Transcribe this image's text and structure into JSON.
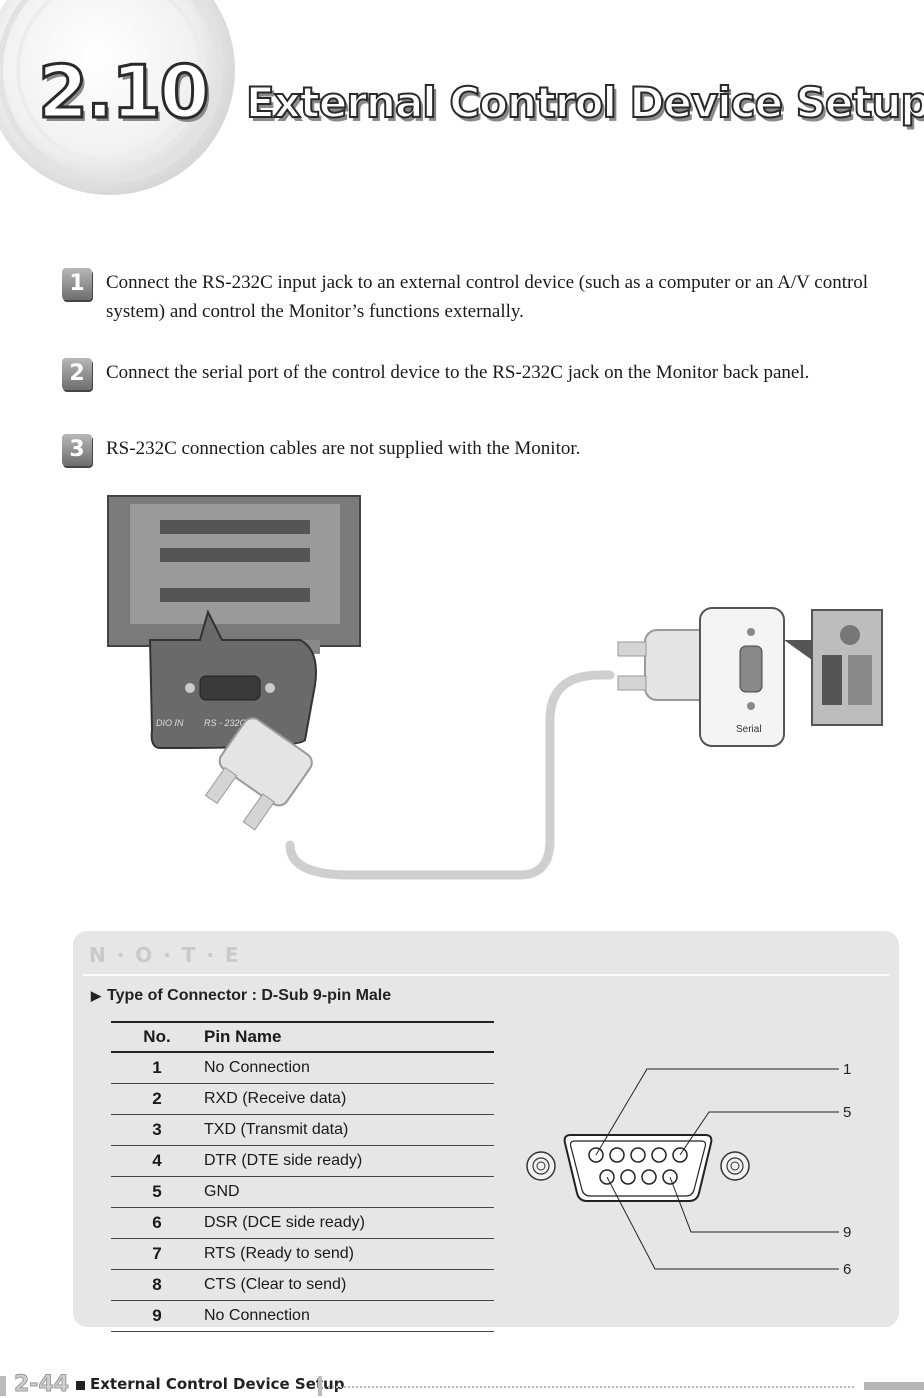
{
  "header": {
    "chapter_number": "2.10",
    "title": "External Control Device Setup"
  },
  "steps": [
    {
      "badge": "1",
      "text": "Connect the RS-232C input jack to an external control device (such as a computer or an A/V control system) and control the Monitor’s functions externally."
    },
    {
      "badge": "2",
      "text": "Connect the serial port of the control device to the RS-232C jack on the Monitor back panel."
    },
    {
      "badge": "3",
      "text": "RS-232C connection cables are not supplied with the Monitor."
    }
  ],
  "figure": {
    "monitor_label_left": "DIO IN",
    "monitor_label_rs232c": "RS - 232C",
    "pc_label_serial": "Serial"
  },
  "note": {
    "title": "N · O · T · E",
    "heading": "Type of Connector : D-Sub 9-pin Male",
    "table": {
      "headers": [
        "No.",
        "Pin Name"
      ],
      "rows": [
        [
          "1",
          "No Connection"
        ],
        [
          "2",
          "RXD (Receive data)"
        ],
        [
          "3",
          "TXD (Transmit data)"
        ],
        [
          "4",
          "DTR (DTE side ready)"
        ],
        [
          "5",
          "GND"
        ],
        [
          "6",
          "DSR (DCE side ready)"
        ],
        [
          "7",
          "RTS (Ready to send)"
        ],
        [
          "8",
          "CTS (Clear to send)"
        ],
        [
          "9",
          "No Connection"
        ]
      ]
    },
    "diagram_labels": [
      "1",
      "5",
      "9",
      "6"
    ]
  },
  "footer": {
    "page_number": "2-44",
    "section": "External Control Device Setup"
  }
}
